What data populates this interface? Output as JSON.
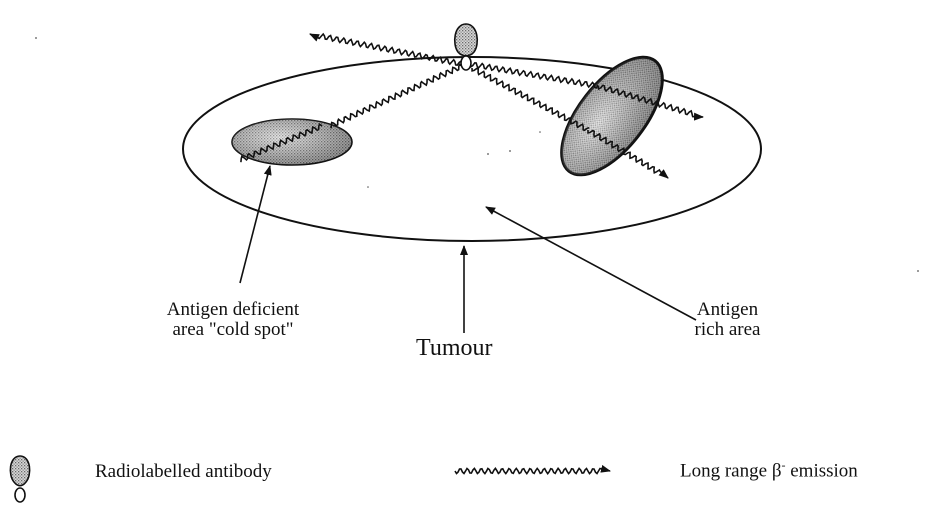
{
  "labels": {
    "cold_spot_line1": "Antigen deficient",
    "cold_spot_line2": "area \"cold spot\"",
    "tumour": "Tumour",
    "rich_line1": "Antigen",
    "rich_line2": "rich area"
  },
  "legend": {
    "antibody": "Radiolabelled antibody",
    "emission_prefix": "Long range ",
    "emission_symbol": "β",
    "emission_superscript": "-",
    "emission_suffix": " emission"
  },
  "icons": {
    "antibody": "radiolabelled-antibody-icon",
    "emission": "wavy-arrow-icon"
  },
  "colors": {
    "ink": "#111111",
    "fill": "#c9c9c9"
  }
}
